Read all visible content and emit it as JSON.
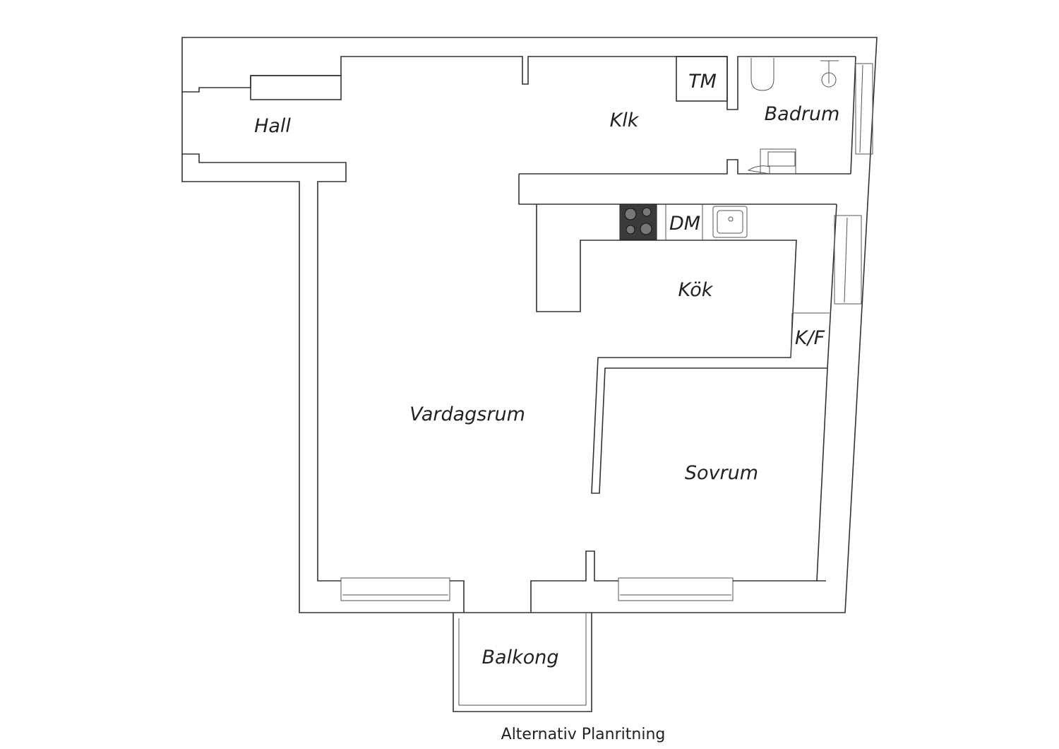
{
  "rooms": {
    "hall": "Hall",
    "klk": "Klk",
    "tm": "TM",
    "badrum": "Badrum",
    "dm": "DM",
    "kok": "Kök",
    "kf": "K/F",
    "vardagsrum": "Vardagsrum",
    "sovrum": "Sovrum",
    "balkong": "Balkong"
  },
  "caption": "Alternativ Planritning"
}
